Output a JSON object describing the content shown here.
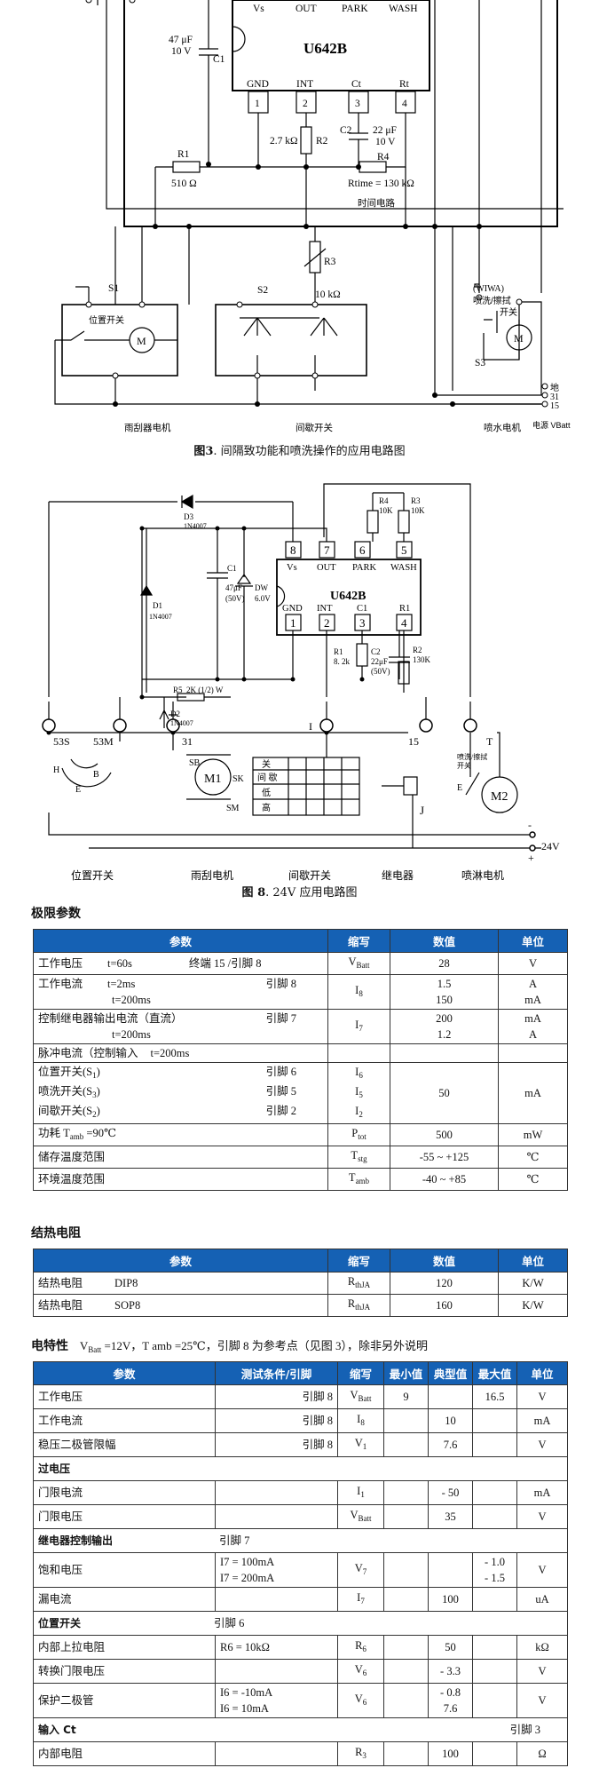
{
  "fig3": {
    "chip": "U642B",
    "pins_top": [
      "Vs",
      "OUT",
      "PARK",
      "WASH"
    ],
    "pins_bottom": [
      "GND",
      "INT",
      "Ct",
      "Rt"
    ],
    "pin_nums": [
      "1",
      "2",
      "3",
      "4"
    ],
    "c1_val": "47 μF",
    "c1_v": "10 V",
    "c1": "C1",
    "c2": "C2",
    "c2_val": "22 μF",
    "c2_v": "10 V",
    "r1": "R1",
    "r1_val": "510 Ω",
    "r2": "R2",
    "r2_val": "2.7 kΩ",
    "r4": "R4",
    "rtime": "Rtime = 130 kΩ",
    "time_circuit": "时间电路",
    "r3": "R3",
    "r3_val": "10 kΩ",
    "s1": "S1",
    "s2": "S2",
    "s3": "S3",
    "pos_switch": "位置开关",
    "wiwa": "(WIWA)",
    "wash_sw1": "喷洗/擦拭",
    "wash_sw2": "开关",
    "ground": "地",
    "t31": "31",
    "t15": "15",
    "motor": "M",
    "wiper_motor": "雨刮器电机",
    "int_switch": "间歇开关",
    "washer_motor": "喷水电机",
    "supply": "电源 VBatt",
    "cap_num": "图3",
    "cap_text": ". 间隔致功能和喷洗操作的应用电路图"
  },
  "fig8": {
    "chip": "U642B",
    "pins_top_num": [
      "8",
      "7",
      "6",
      "5"
    ],
    "pins_top": [
      "Vs",
      "OUT",
      "PARK",
      "WASH"
    ],
    "pins_bottom": [
      "GND",
      "INT",
      "C1",
      "R1"
    ],
    "pins_bot_num": [
      "1",
      "2",
      "3",
      "4"
    ],
    "d3": "D3",
    "d3_t": "1N4007",
    "d1": "D1",
    "d1_t": "1N4007",
    "d2": "D2",
    "d2_t": "1N4007",
    "c1": "C1",
    "c1_val": "47μF",
    "c1_v": "(50V)",
    "dw": "DW",
    "dw_v": "6.0V",
    "r4": "R4",
    "r4_v": "10K",
    "r3": "R3",
    "r3_v": "10K",
    "r1": "R1",
    "r1_v": "8. 2k",
    "c2": "C2",
    "c2_val": "22μF",
    "c2_v": "(50V)",
    "r2": "R2",
    "r2_v": "130K",
    "r5": "R5",
    "r5_v": "2K (1/2) W",
    "t53s": "53S",
    "t53m": "53M",
    "t31": "31",
    "ti": "I",
    "t15": "15",
    "tt": "T",
    "h": "H",
    "e": "E",
    "b": "B",
    "sb": "SB",
    "sk": "SK",
    "sm": "SM",
    "m1": "M1",
    "m2": "M2",
    "sw_labels": [
      "关",
      "间 歇",
      "低",
      "高"
    ],
    "j": "J",
    "e2": "E",
    "wash_txt1": "喷洗/擦拭",
    "wash_txt2": "开关",
    "v24": "24V",
    "minus": "-",
    "plus": "+",
    "bottom": [
      "位置开关",
      "雨刮电机",
      "间歇开关",
      "继电器",
      "喷淋电机"
    ],
    "cap_num": "图 8",
    "cap_text": ". 24V 应用电路图"
  },
  "limits": {
    "title": "极限参数",
    "headers": [
      "参数",
      "缩写",
      "数值",
      "单位"
    ],
    "rows": {
      "r1_a": "工作电压",
      "r1_b": "t=60s",
      "r1_c": "终端 15 /引脚 8",
      "r1_sym": "V",
      "r1_sub": "Batt",
      "r1_val": "28",
      "r1_unit": "V",
      "r2_a": "工作电流",
      "r2_b": "t=2ms",
      "r2_c": "引脚 8",
      "r2_b2": "t=200ms",
      "r2_sym": "I",
      "r2_sub": "8",
      "r2_v1": "1.5",
      "r2_v2": "150",
      "r2_u1": "A",
      "r2_u2": "mA",
      "r3_a": "控制继电器输出电流（直流）",
      "r3_c": "引脚 7",
      "r3_b2": "t=200ms",
      "r3_sym": "I",
      "r3_sub": "7",
      "r3_v1": "200",
      "r3_v2": "1.2",
      "r3_u1": "mA",
      "r3_u2": "A",
      "r4_a": "脉冲电流（控制输入",
      "r4_b": "t=200ms",
      "r5_a": "位置开关(S",
      "r5_as": "1",
      "r5_c": "引脚 6",
      "r5_sym": "I",
      "r5_sub": "6",
      "r6_a": "喷洗开关(S",
      "r6_as": "3",
      "r6_c": "引脚 5",
      "r6_sym": "I",
      "r6_sub": "5",
      "r56_val": "50",
      "r56_unit": "mA",
      "r7_a": "间歇开关(S",
      "r7_as": "2",
      "r7_c": "引脚 2",
      "r7_sym": "I",
      "r7_sub": "2",
      "r8_a": "功耗 T",
      "r8_as": "amb",
      "r8_b": " =90℃",
      "r8_sym": "P",
      "r8_sub": "tot",
      "r8_val": "500",
      "r8_unit": "mW",
      "r9_a": "储存温度范围",
      "r9_sym": "T",
      "r9_sub": "stg",
      "r9_val": "-55 ~ +125",
      "r9_unit": "℃",
      "r10_a": "环境温度范围",
      "r10_sym": "T",
      "r10_sub": "amb",
      "r10_val": "-40 ~ +85",
      "r10_unit": "℃"
    }
  },
  "thermal": {
    "title": "结热电阻",
    "headers": [
      "参数",
      "缩写",
      "数值",
      "单位"
    ],
    "rows": [
      {
        "a": "结热电阻",
        "b": "DIP8",
        "sym": "R",
        "sub": "thJA",
        "val": "120",
        "unit": "K/W"
      },
      {
        "a": "结热电阻",
        "b": "SOP8",
        "sym": "R",
        "sub": "thJA",
        "val": "160",
        "unit": "K/W"
      }
    ]
  },
  "elec": {
    "title": "电特性",
    "cond_a": "V",
    "cond_as": "Batt",
    "cond_b": " =12V，T amb =25℃，引脚 8 为参考点（见图 3），除非另外说明",
    "headers": [
      "参数",
      "测试条件/引脚",
      "缩写",
      "最小值",
      "典型值",
      "最大值",
      "单位"
    ],
    "r1": {
      "a": "工作电压",
      "pin": "引脚 8",
      "sym": "V",
      "sub": "Batt",
      "min": "9",
      "max": "16.5",
      "unit": "V"
    },
    "r2": {
      "a": "工作电流",
      "pin": "引脚 8",
      "sym": "I",
      "sub": "8",
      "typ": "10",
      "unit": "mA"
    },
    "r3": {
      "a": "稳压二极管限幅",
      "pin": "引脚 8",
      "sym": "V",
      "sub": "1",
      "typ": "7.6",
      "unit": "V"
    },
    "g1": "过电压",
    "r4": {
      "a": "门限电流",
      "sym": "I",
      "sub": "1",
      "typ": "- 50",
      "unit": "mA"
    },
    "r5": {
      "a": "门限电压",
      "sym": "V",
      "sub": "Batt",
      "typ": "35",
      "unit": "V"
    },
    "g2": "继电器控制输出",
    "g2_pin": "引脚 7",
    "r6": {
      "a": "饱和电压",
      "c1": "I7 = 100mA",
      "c2": "I7 = 200mA",
      "sym": "V",
      "sub": "7",
      "max1": "- 1.0",
      "max2": "- 1.5",
      "unit": "V"
    },
    "r7": {
      "a": "漏电流",
      "sym": "I",
      "sub": "7",
      "typ": "100",
      "unit": "uA"
    },
    "g3": "位置开关",
    "g3_pin": "引脚 6",
    "r8": {
      "a": "内部上拉电阻",
      "c": "R6 = 10kΩ",
      "sym": "R",
      "sub": "6",
      "typ": "50",
      "unit": "kΩ"
    },
    "r9": {
      "a": "转换门限电压",
      "sym": "V",
      "sub": "6",
      "typ": "- 3.3",
      "unit": "V"
    },
    "r10": {
      "a": "保护二极管",
      "c1": "I6 = -10mA",
      "c2": "I6 = 10mA",
      "sym": "V",
      "sub": "6",
      "typ1": "- 0.8",
      "typ2": "7.6",
      "unit": "V"
    },
    "g4": "输入 Ct",
    "g4_pin": "引脚 3",
    "r11": {
      "a": "内部电阻",
      "sym": "R",
      "sub": "3",
      "typ": "100",
      "unit": "Ω"
    }
  }
}
